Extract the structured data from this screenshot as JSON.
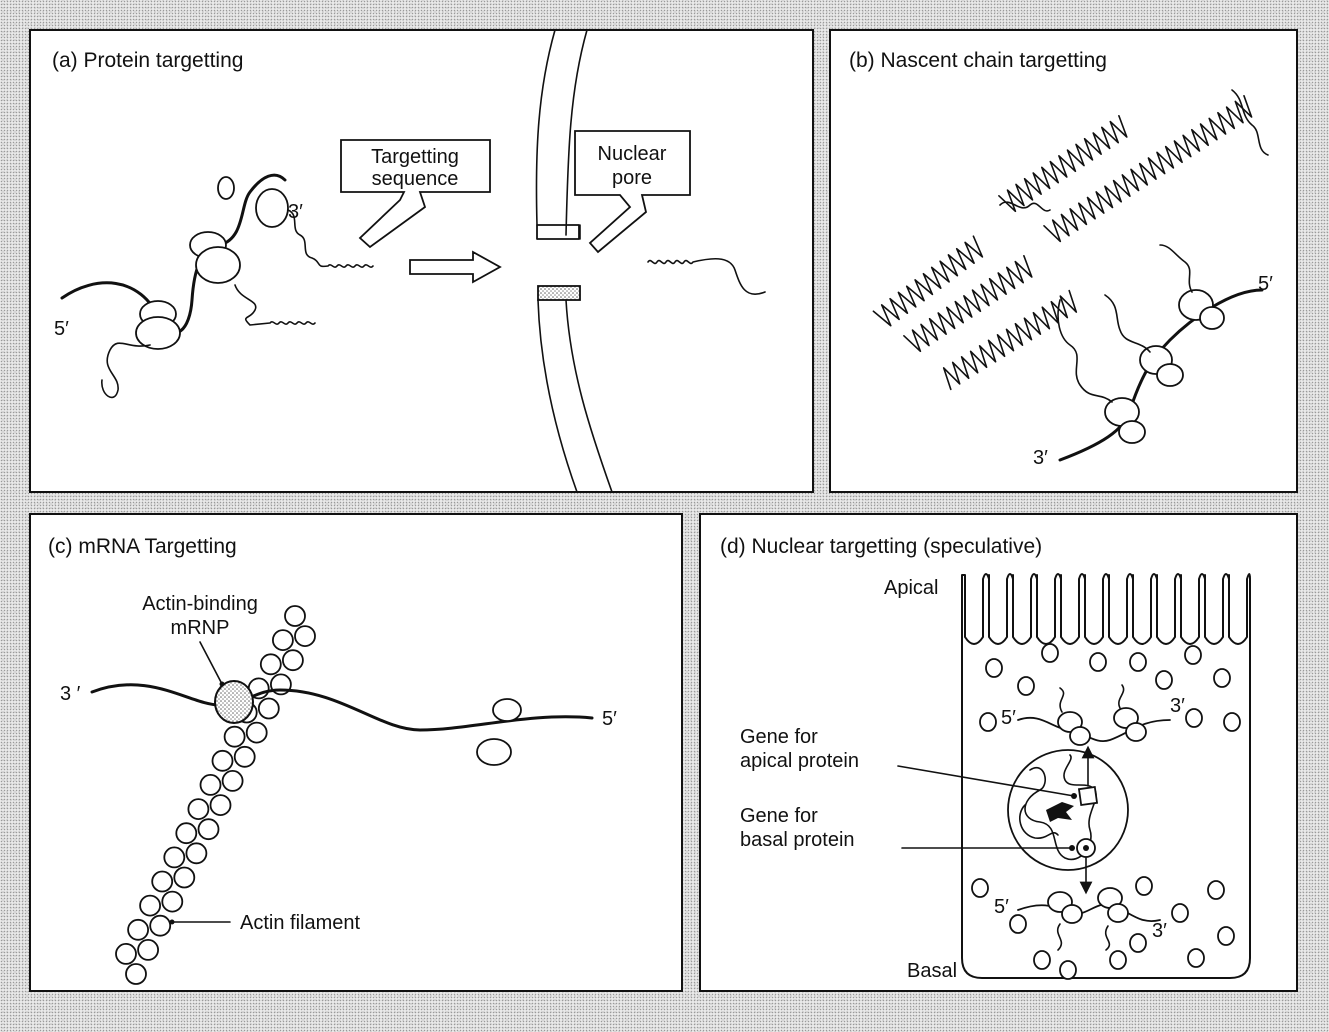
{
  "panels": {
    "a": {
      "title": "(a) Protein targetting",
      "targetting_box": [
        "Targetting",
        "sequence"
      ],
      "pore_box": [
        "Nuclear",
        "pore"
      ],
      "end_3": "3′",
      "end_5": "5′"
    },
    "b": {
      "title": "(b)  Nascent chain targetting",
      "end_5": "5′",
      "end_3": "3′"
    },
    "c": {
      "title": "(c)  mRNA Targetting",
      "mrnp_label": [
        "Actin-binding",
        "mRNP"
      ],
      "end_3": "3 ′",
      "end_5": "5′",
      "filament_label": "Actin filament"
    },
    "d": {
      "title": "(d)  Nuclear targetting (speculative)",
      "apical": "Apical",
      "basal": "Basal",
      "gene_apical": [
        "Gene for",
        "apical protein"
      ],
      "gene_basal": [
        "Gene for",
        "basal protein"
      ],
      "top_5": "5′",
      "top_3": "3′",
      "bottom_5": "5′",
      "bottom_3": "3′"
    }
  }
}
